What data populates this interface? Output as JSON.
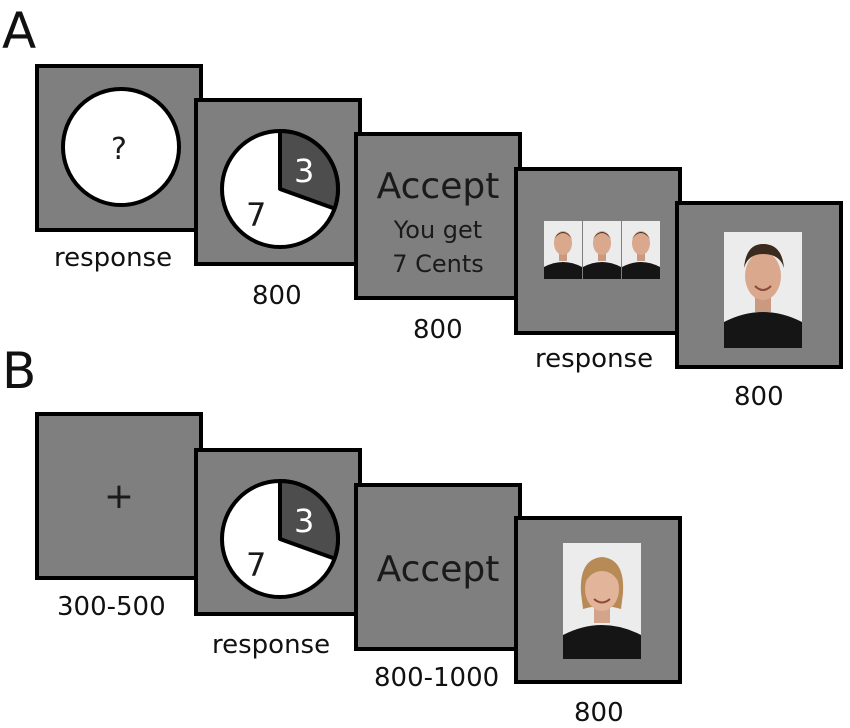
{
  "panel_a": {
    "letter": "A",
    "frames": [
      {
        "symbol": "?",
        "caption": "response"
      },
      {
        "wedge_small": "3",
        "wedge_large": "7",
        "caption": "800"
      },
      {
        "title": "Accept",
        "line1": "You get",
        "line2": "7 Cents",
        "caption": "800"
      },
      {
        "caption": "response"
      },
      {
        "caption": "800"
      }
    ]
  },
  "panel_b": {
    "letter": "B",
    "frames": [
      {
        "symbol": "+",
        "caption": "300-500"
      },
      {
        "wedge_small": "3",
        "wedge_large": "7",
        "caption": "response"
      },
      {
        "title": "Accept",
        "caption": "800-1000"
      },
      {
        "caption": "800"
      }
    ]
  }
}
